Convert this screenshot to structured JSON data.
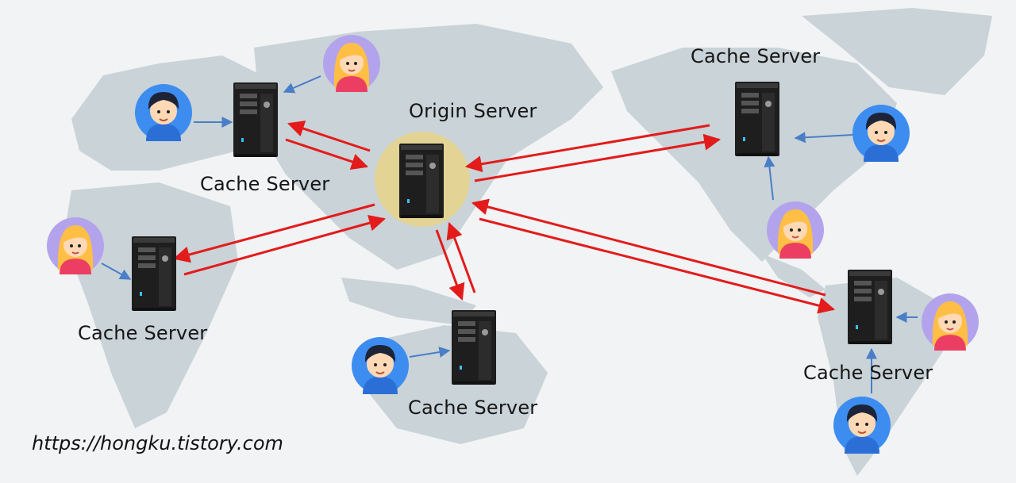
{
  "labels": {
    "origin": "Origin Server",
    "cache_europe": "Cache Server",
    "cache_africa": "Cache Server",
    "cache_australia": "Cache Server",
    "cache_north_america": "Cache Server",
    "cache_south_america": "Cache Server"
  },
  "watermark": "https://hongku.tistory.com",
  "colors": {
    "background": "#f1f3f4",
    "land": "#c9d3d8",
    "request_arrow": "#e31b1b",
    "user_arrow": "#4a7ec6",
    "origin_highlight": "#e8d48a",
    "server_body": "#1e1e1e",
    "male_avatar_bg": "#3d8df0",
    "female_avatar_bg": "#b3a3ec"
  },
  "icons": {
    "server": "tower-server-icon",
    "male_user": "male-user-avatar-icon",
    "female_user": "female-user-avatar-icon"
  }
}
